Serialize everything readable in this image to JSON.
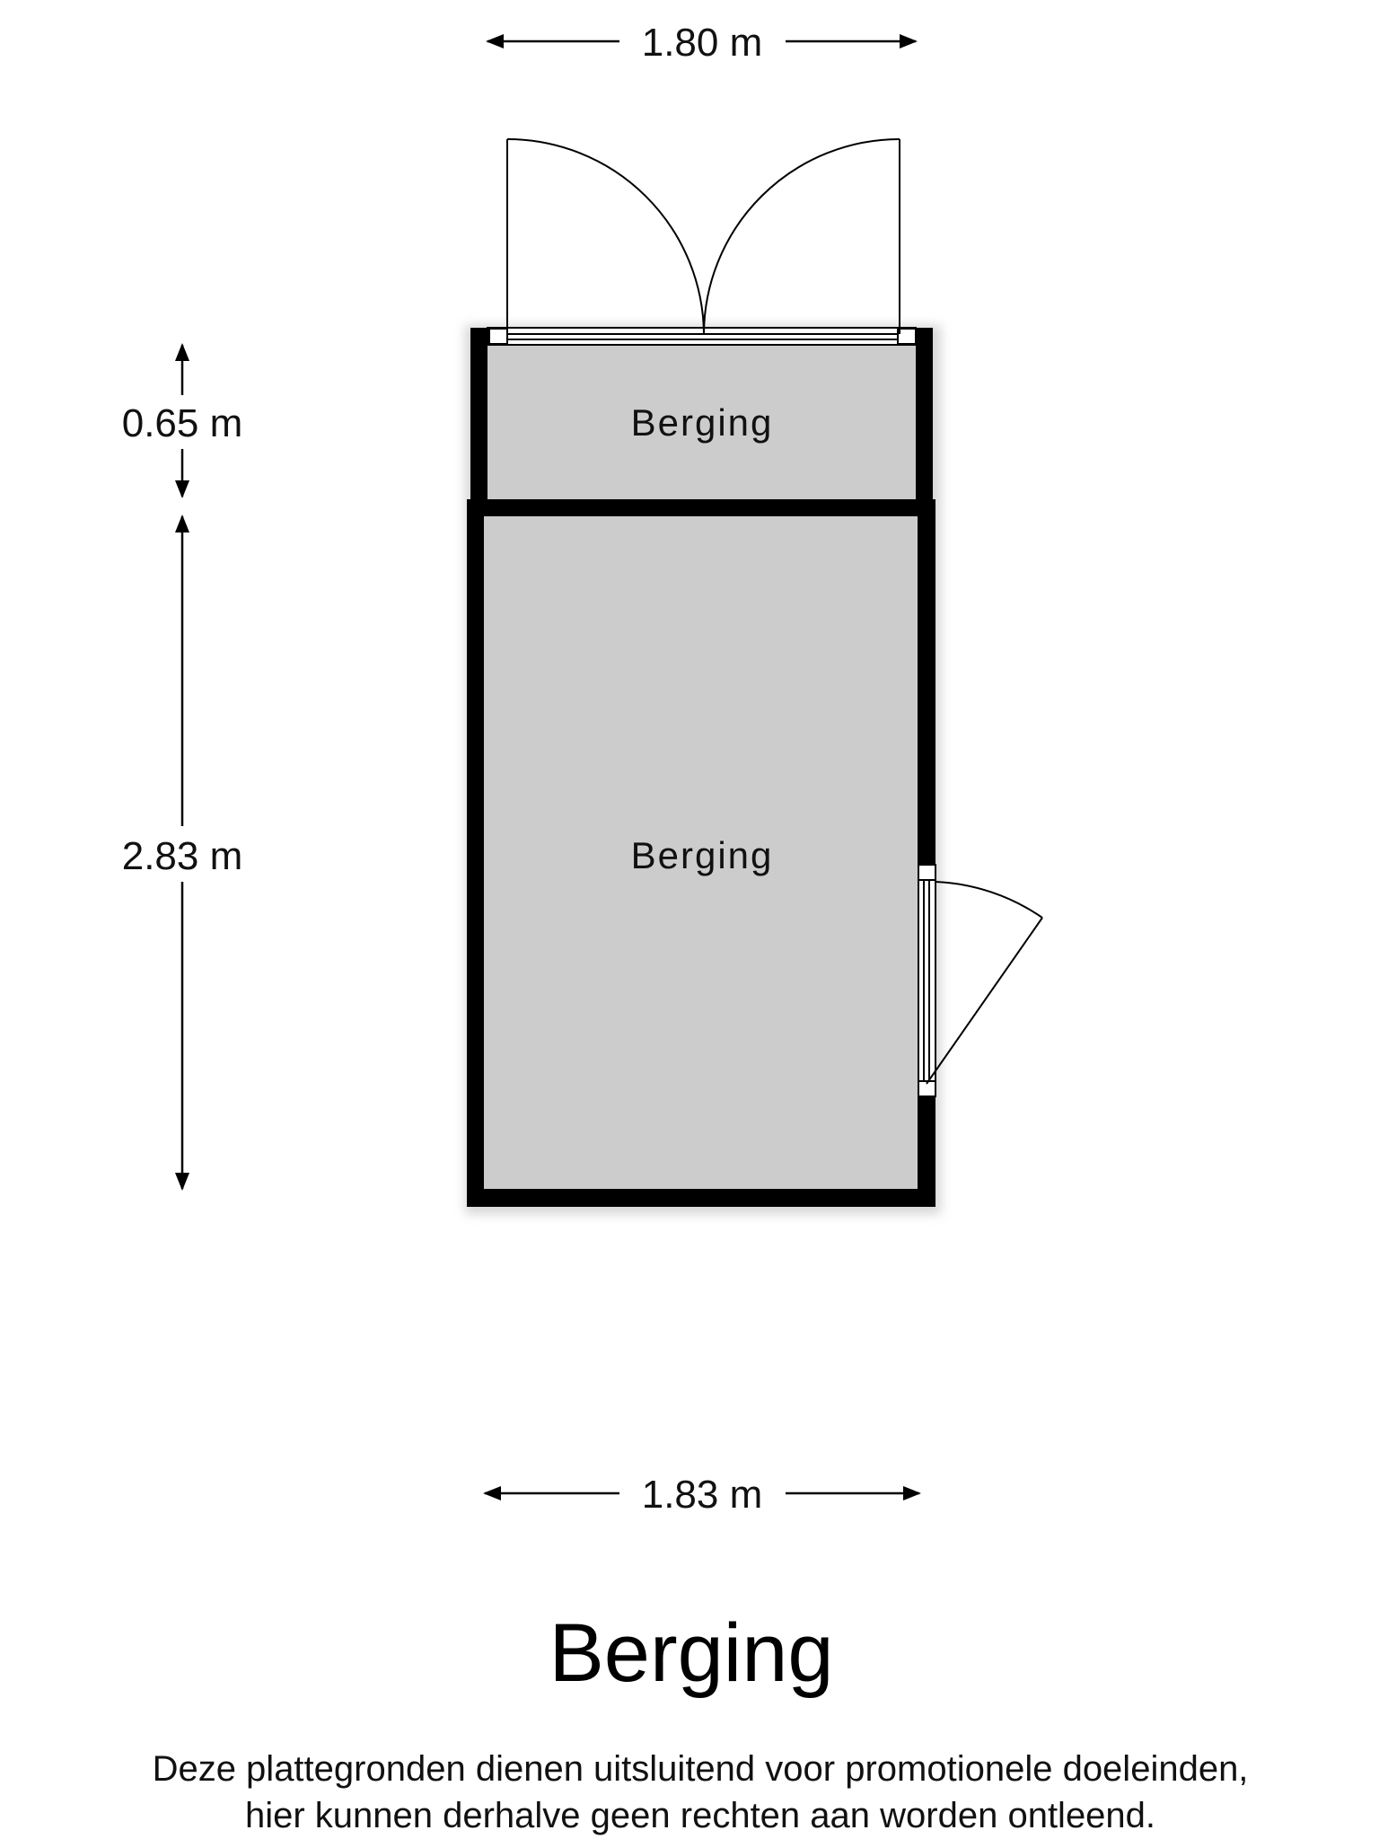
{
  "floorplan": {
    "title": "Berging",
    "disclaimer": [
      "Deze plattegronden dienen uitsluitend voor promotionele doeleinden,",
      "hier kunnen derhalve geen rechten aan worden ontleend."
    ],
    "rooms": [
      {
        "label": "Berging"
      },
      {
        "label": "Berging"
      }
    ],
    "dimensions": {
      "top_width": "1.80 m",
      "bottom_width": "1.83 m",
      "upper_depth": "0.65 m",
      "lower_depth": "2.83 m"
    },
    "colors": {
      "floor": "#cccccc",
      "wall": "#000000"
    }
  }
}
